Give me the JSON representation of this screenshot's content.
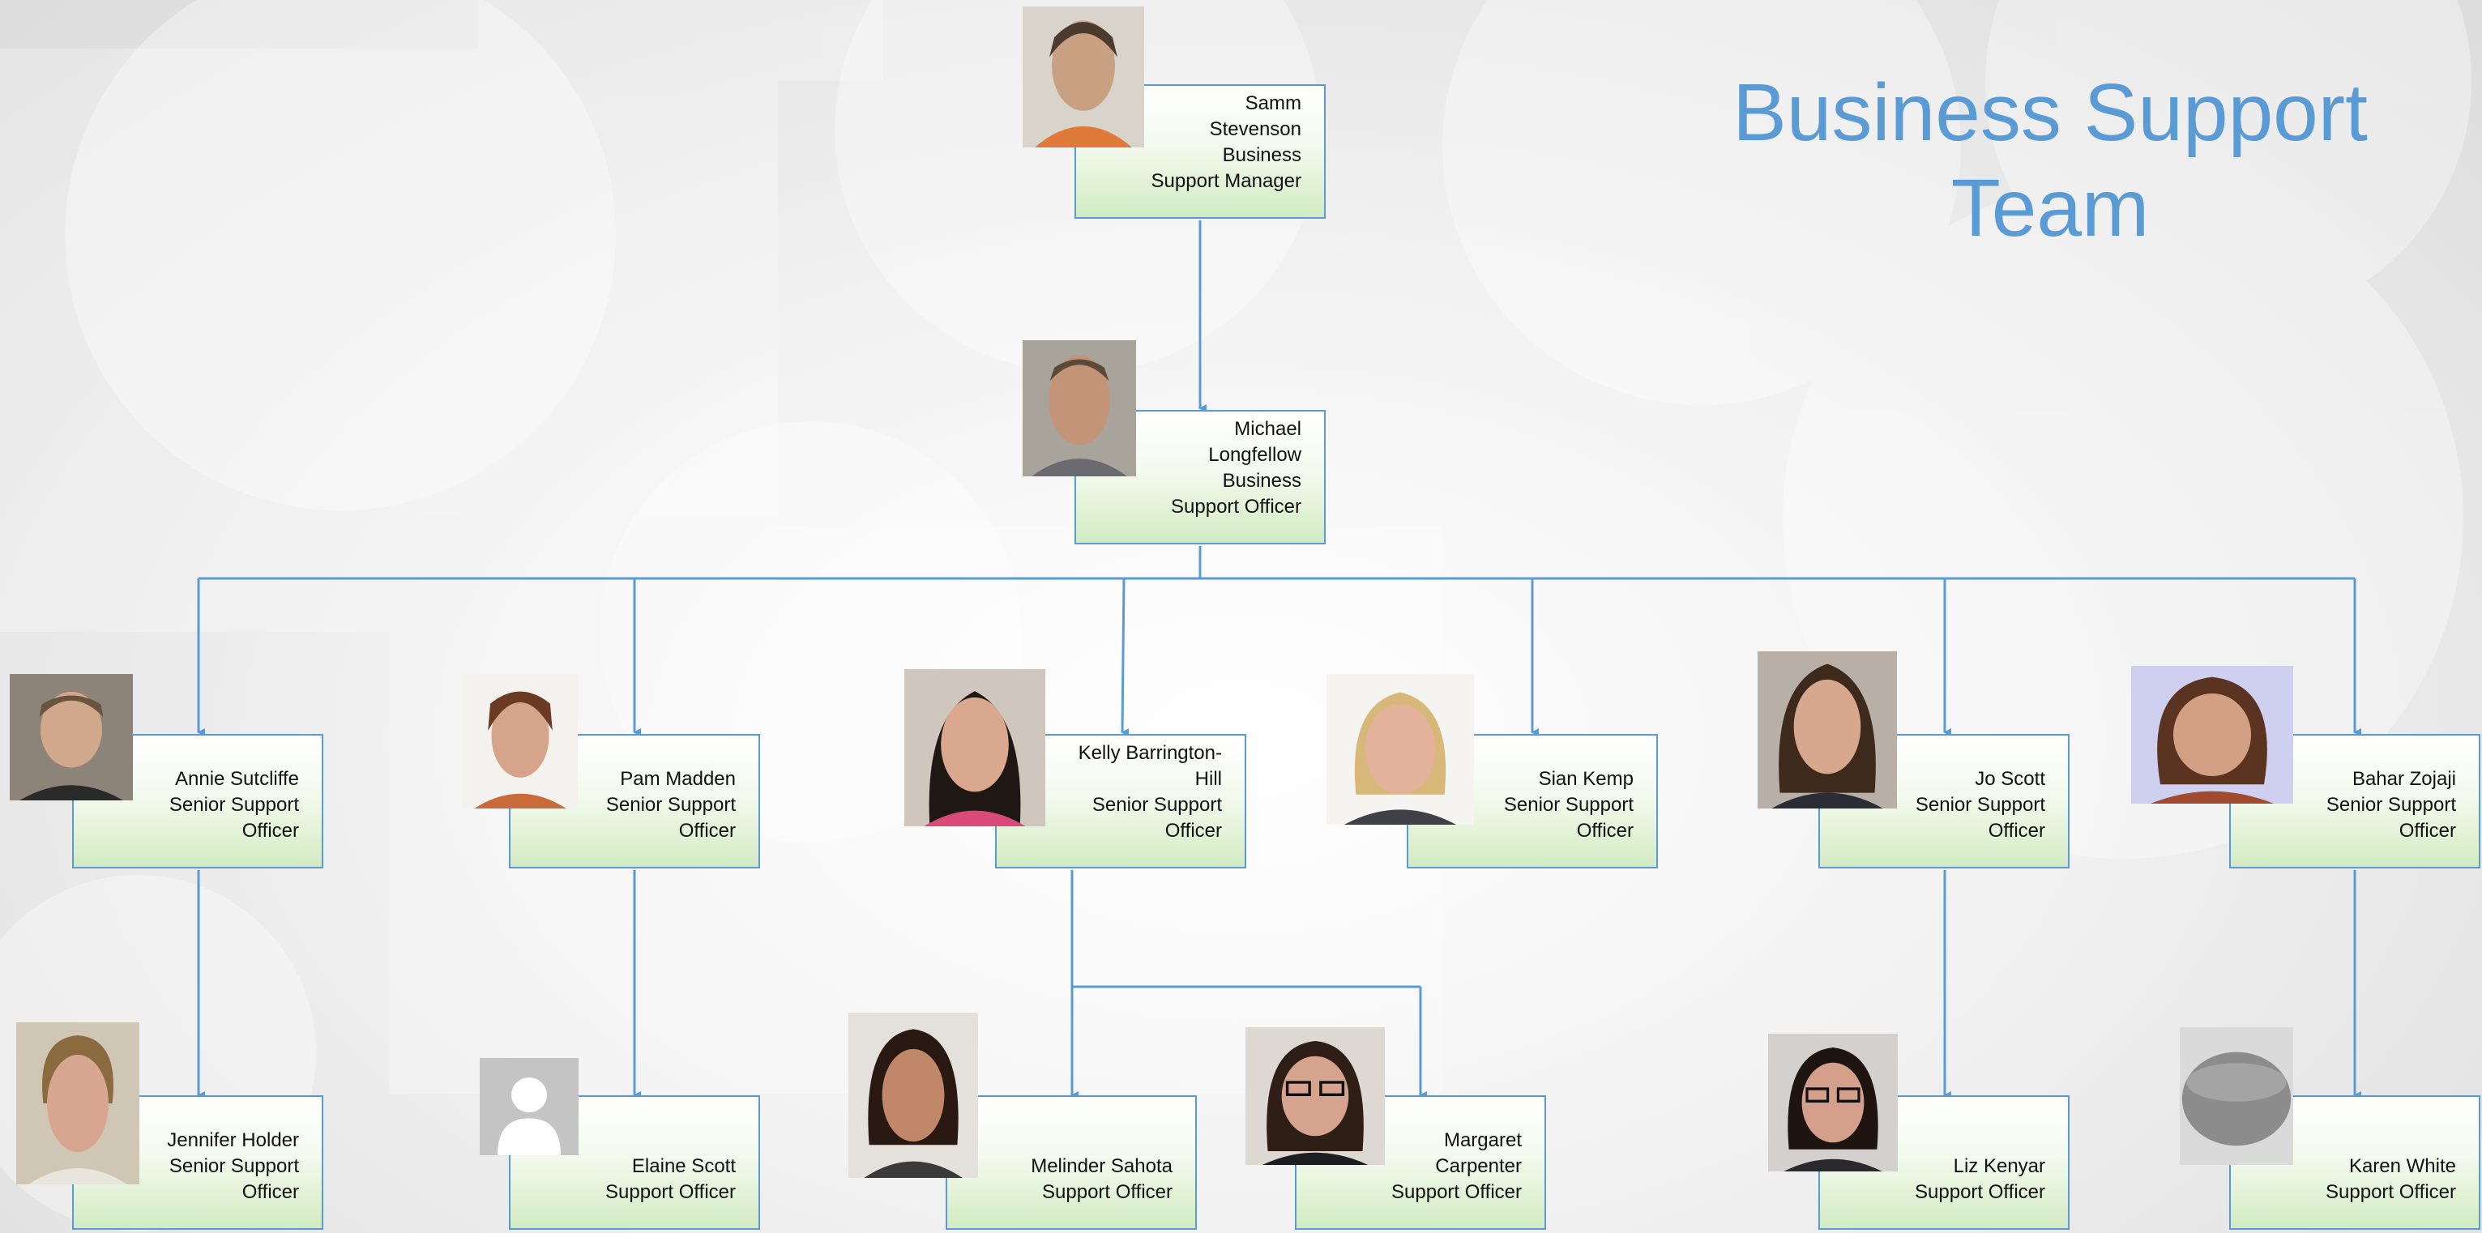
{
  "title": {
    "line1": "Business Support",
    "line2": "Team"
  },
  "colors": {
    "accent": "#5b9bd5",
    "box_bottom": "#d2ebc2",
    "connector": "#5b9bd5"
  },
  "nodes": [
    {
      "id": "samm",
      "name": "Samm Stevenson",
      "role": "Business Support Manager",
      "photo": "portrait"
    },
    {
      "id": "michael",
      "name": "Michael Longfellow",
      "role": "Business Support Officer",
      "photo": "portrait"
    },
    {
      "id": "annie",
      "name": "Annie Sutcliffe",
      "role": "Senior Support Officer",
      "photo": "portrait"
    },
    {
      "id": "pam",
      "name": "Pam Madden",
      "role": "Senior Support Officer",
      "photo": "portrait"
    },
    {
      "id": "kelly",
      "name": "Kelly Barrington-Hill",
      "role": "Senior Support Officer",
      "photo": "portrait"
    },
    {
      "id": "sian",
      "name": "Sian Kemp",
      "role": "Senior Support Officer",
      "photo": "portrait"
    },
    {
      "id": "jo",
      "name": "Jo Scott",
      "role": "Senior Support Officer",
      "photo": "portrait"
    },
    {
      "id": "bahar",
      "name": "Bahar Zojaji",
      "role": "Senior Support Officer",
      "photo": "portrait"
    },
    {
      "id": "jennifer",
      "name": "Jennifer Holder",
      "role": "Senior Support Officer",
      "photo": "portrait"
    },
    {
      "id": "elaine",
      "name": "Elaine Scott",
      "role": "Support Officer",
      "photo": "placeholder-avatar"
    },
    {
      "id": "melinder",
      "name": "Melinder Sahota",
      "role": "Support Officer",
      "photo": "portrait"
    },
    {
      "id": "margaret",
      "name": "Margaret Carpenter",
      "role": "Support Officer",
      "photo": "portrait"
    },
    {
      "id": "liz",
      "name": "Liz Kenyar",
      "role": "Support Officer",
      "photo": "portrait"
    },
    {
      "id": "karen",
      "name": "Karen White",
      "role": "Support Officer",
      "photo": "placeholder-oval"
    }
  ]
}
